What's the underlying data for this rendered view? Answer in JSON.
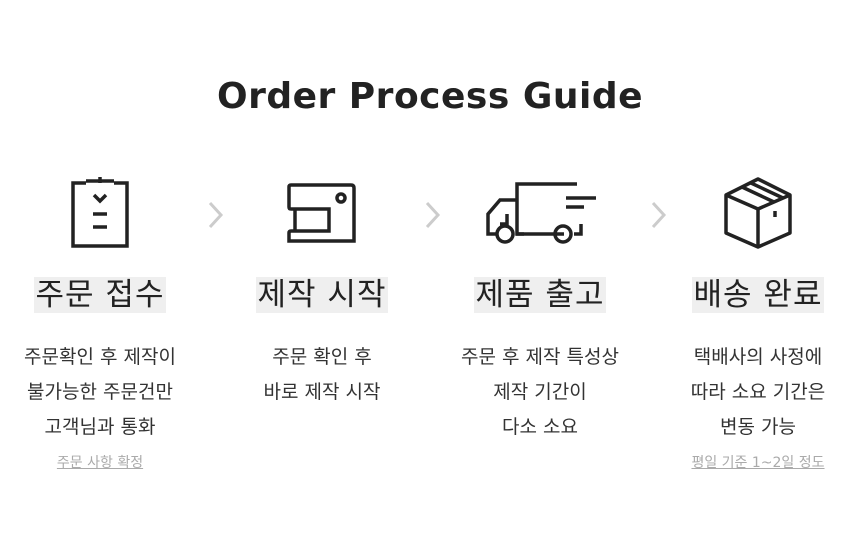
{
  "title": "Order Process Guide",
  "steps": [
    {
      "icon": "clipboard-icon",
      "title": "주문 접수",
      "desc": [
        "주문확인 후 제작이",
        "불가능한 주문건만",
        "고객님과 통화"
      ],
      "note": "주문 사항 확정"
    },
    {
      "icon": "sewing-machine-icon",
      "title": "제작 시작",
      "desc": [
        "주문 확인 후",
        "바로 제작 시작"
      ],
      "note": null
    },
    {
      "icon": "truck-icon",
      "title": "제품 출고",
      "desc": [
        "주문 후 제작 특성상",
        "제작 기간이",
        "다소 소요"
      ],
      "note": null
    },
    {
      "icon": "box-icon",
      "title": "배송 완료",
      "desc": [
        "택배사의 사정에",
        "따라 소요 기간은",
        "변동 가능"
      ],
      "note": "평일 기준 1~2일 정도"
    }
  ],
  "colors": {
    "text": "#222222",
    "chevron": "#cccccc",
    "note": "#aaaaaa",
    "highlight": "#efefef"
  }
}
